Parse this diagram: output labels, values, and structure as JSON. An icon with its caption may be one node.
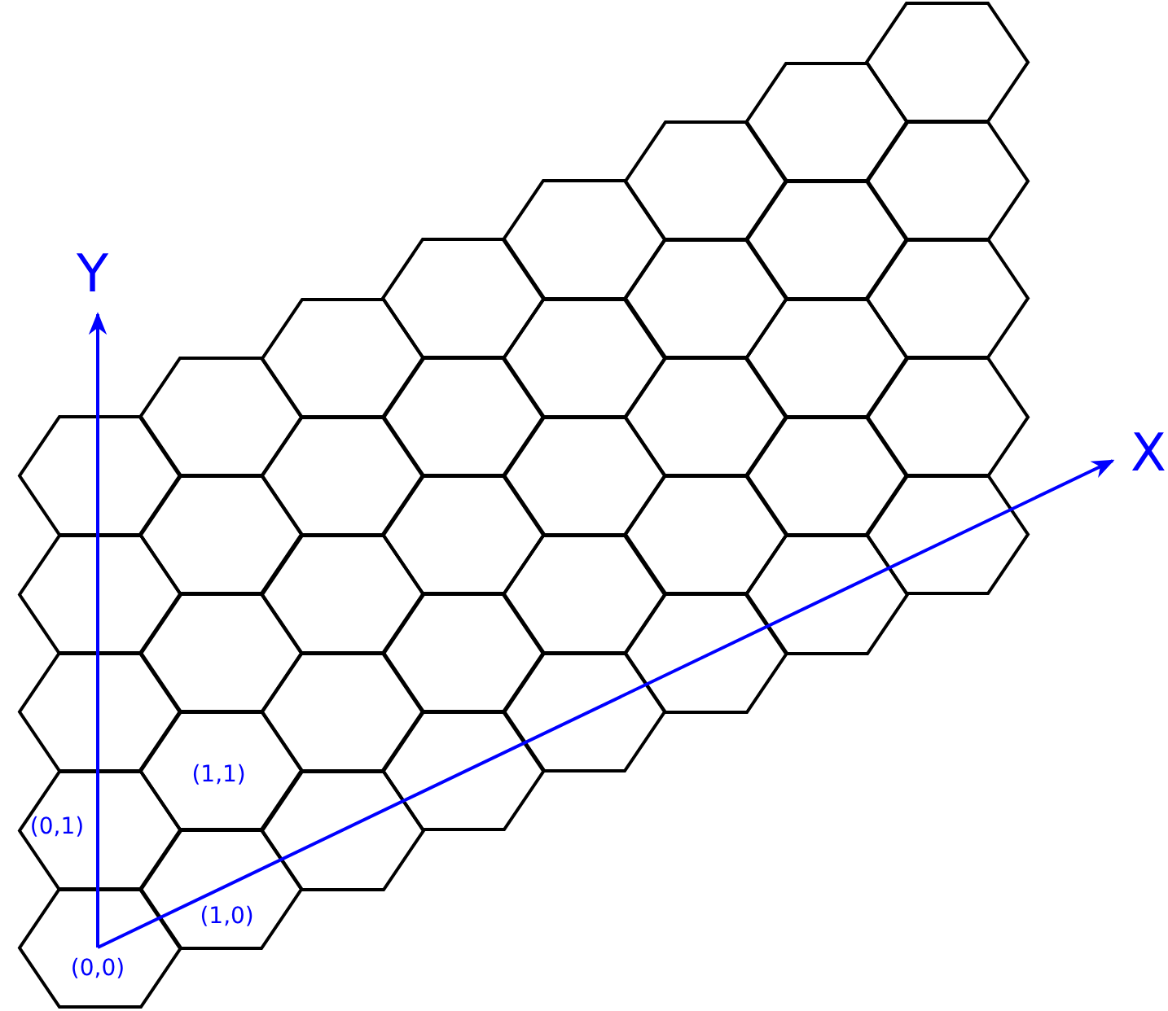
{
  "diagram": {
    "nodes": [
      {
        "text": [],
        "shape": "hexagon"
      },
      {
        "text": [],
        "shape": "hexagon"
      },
      {
        "text": [],
        "shape": "hexagon"
      },
      {
        "text": [
          "(0,1)"
        ]
      },
      {
        "text": [
          "(0,0)"
        ]
      },
      {
        "text": [],
        "shape": "hexagon"
      },
      {
        "text": [],
        "shape": "hexagon"
      },
      {
        "text": [],
        "shape": "hexagon"
      },
      {
        "text": [
          "(1,1)"
        ]
      },
      {
        "text": [
          "(1,0)"
        ]
      },
      {
        "text": [],
        "shape": "hexagon"
      },
      {
        "text": [],
        "shape": "hexagon"
      },
      {
        "text": [],
        "shape": "hexagon"
      },
      {
        "text": [],
        "shape": "hexagon"
      },
      {
        "text": [],
        "shape": "hexagon"
      },
      {
        "text": [],
        "shape": "hexagon"
      },
      {
        "text": [],
        "shape": "hexagon"
      },
      {
        "text": [],
        "shape": "hexagon"
      },
      {
        "text": [],
        "shape": "hexagon"
      },
      {
        "text": [],
        "shape": "hexagon"
      },
      {
        "text": [],
        "shape": "hexagon"
      },
      {
        "text": [],
        "shape": "hexagon"
      },
      {
        "text": [],
        "shape": "hexagon"
      },
      {
        "text": [],
        "shape": "hexagon"
      },
      {
        "text": [],
        "shape": "hexagon"
      },
      {
        "text": [],
        "shape": "hexagon"
      },
      {
        "text": [],
        "shape": "hexagon"
      },
      {
        "text": [],
        "shape": "hexagon"
      },
      {
        "text": [],
        "shape": "hexagon"
      },
      {
        "text": [],
        "shape": "hexagon"
      },
      {
        "text": [],
        "shape": "hexagon"
      },
      {
        "text": [],
        "shape": "hexagon"
      },
      {
        "text": [],
        "shape": "hexagon"
      },
      {
        "text": [],
        "shape": "hexagon"
      },
      {
        "text": [],
        "shape": "hexagon"
      },
      {
        "text": [],
        "shape": "hexagon"
      },
      {
        "text": [],
        "shape": "hexagon"
      },
      {
        "text": [],
        "shape": "hexagon"
      },
      {
        "text": [],
        "shape": "hexagon"
      },
      {
        "text": [],
        "shape": "hexagon"
      }
    ],
    "labels": [
      "Y",
      "X"
    ]
  }
}
